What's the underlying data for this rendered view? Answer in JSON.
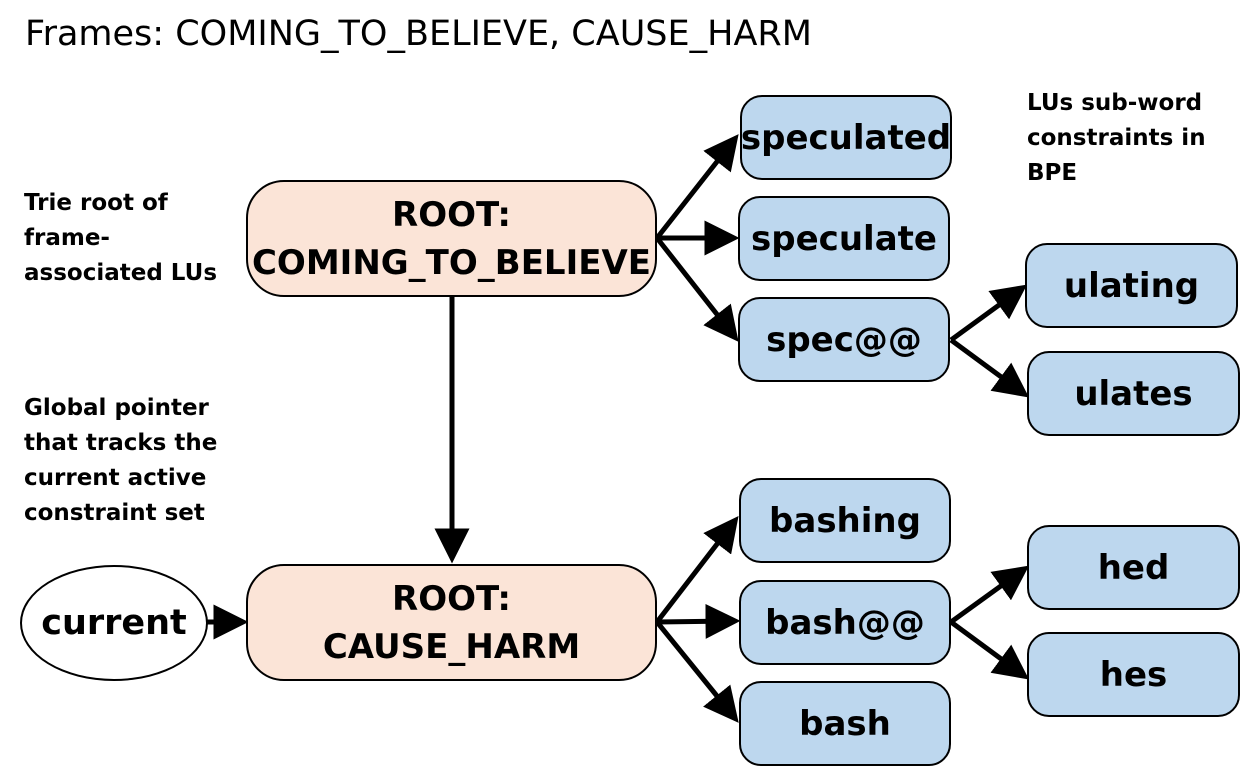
{
  "title": "Frames: COMING_TO_BELIEVE, CAUSE_HARM",
  "notes": {
    "trie_root": [
      "Trie root of",
      "frame-",
      "associated LUs"
    ],
    "global_pointer": [
      "Global pointer",
      "that tracks the",
      "current active",
      "constraint set"
    ],
    "lu_subword": [
      "LUs sub-word",
      "constraints in",
      "BPE"
    ]
  },
  "pointer": {
    "label": "current"
  },
  "roots": {
    "coming_to_believe": {
      "line1": "ROOT:",
      "line2": "COMING_TO_BELIEVE"
    },
    "cause_harm": {
      "line1": "ROOT:",
      "line2": "CAUSE_HARM"
    }
  },
  "level1": {
    "speculated": "speculated",
    "speculate": "speculate",
    "spec": "spec@@",
    "bashing": "bashing",
    "bash_prefix": "bash@@",
    "bash": "bash"
  },
  "level2": {
    "ulating": "ulating",
    "ulates": "ulates",
    "hed": "hed",
    "hes": "hes"
  },
  "colors": {
    "root_fill": "#fbe4d7",
    "token_fill": "#bdd7ee",
    "outline": "#000000"
  }
}
